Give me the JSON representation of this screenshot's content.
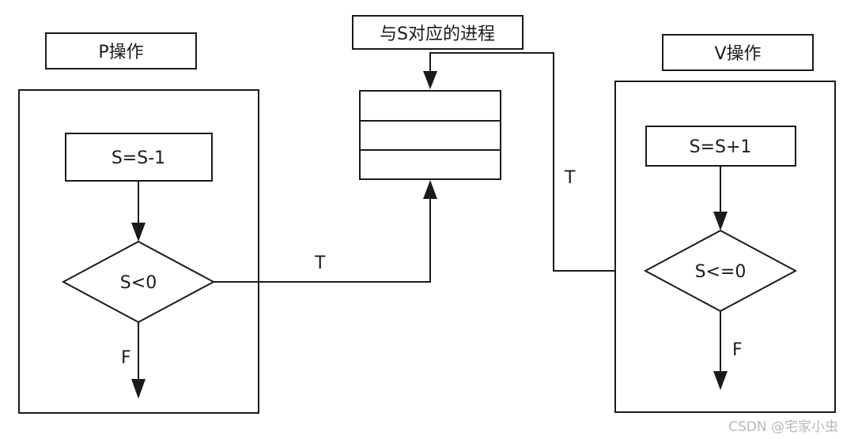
{
  "titles": {
    "p_operation": "P操作",
    "queue": "与S对应的进程",
    "v_operation": "V操作"
  },
  "p_flow": {
    "step": "S=S-1",
    "condition": "S<0",
    "true_label": "T",
    "false_label": "F"
  },
  "v_flow": {
    "step": "S=S+1",
    "condition": "S<=0",
    "true_label": "T",
    "false_label": "F"
  },
  "watermark": "CSDN @宅家小虫",
  "colors": {
    "stroke": "#1a1a1a",
    "background": "#ffffff",
    "watermark": "#b8b8b8"
  }
}
